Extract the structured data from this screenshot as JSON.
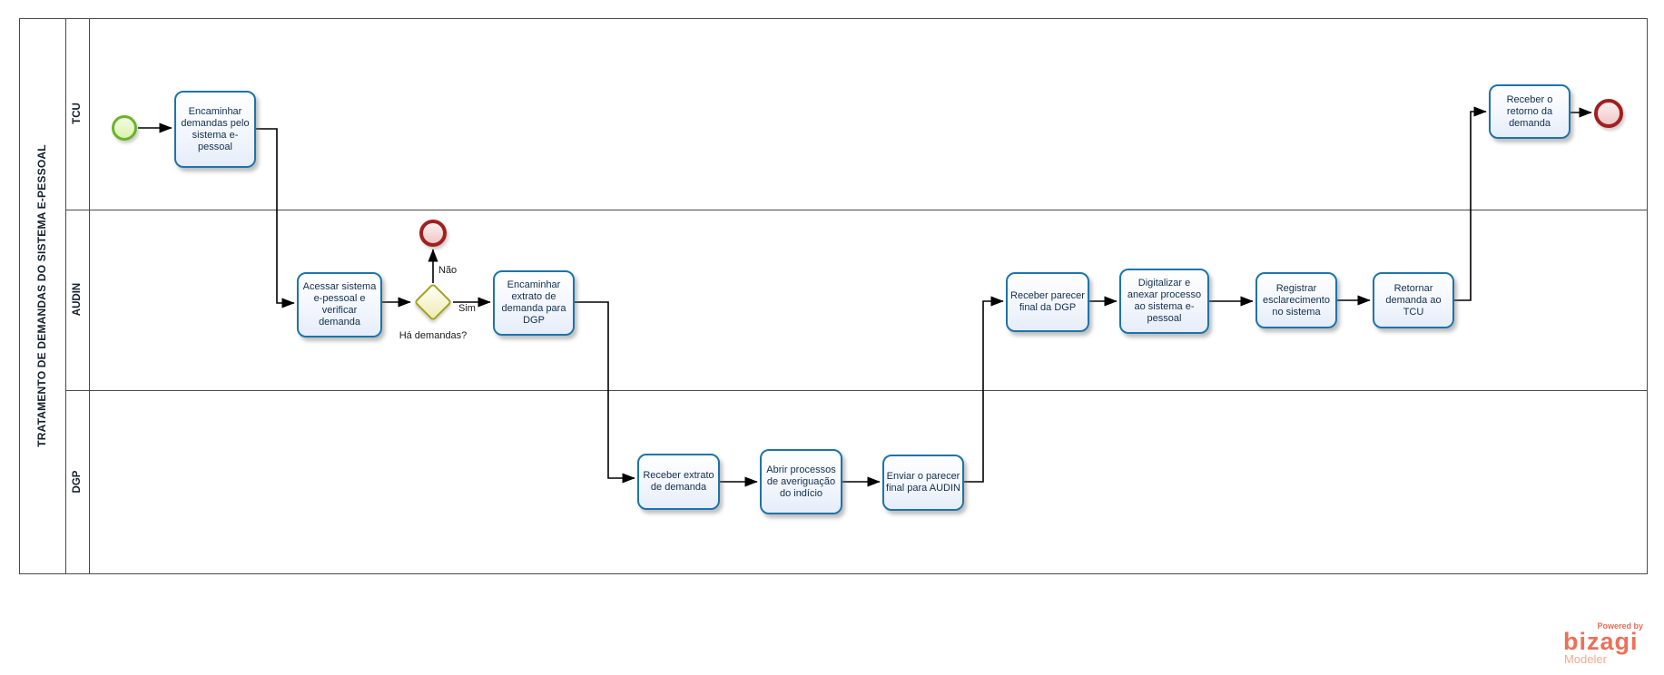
{
  "pool": {
    "title": "TRATAMENTO DE DEMANDAS DO SISTEMA E-PESSOAL",
    "lanes": [
      {
        "label": "TCU"
      },
      {
        "label": "AUDIN"
      },
      {
        "label": "DGP"
      }
    ]
  },
  "tasks": [
    {
      "label": "Encaminhar demandas pelo sistema e-pessoal",
      "lane": "TCU"
    },
    {
      "label": "Acessar sistema e-pessoal  e verificar demanda",
      "lane": "AUDIN"
    },
    {
      "label": "Encaminhar extrato de demanda para DGP",
      "lane": "AUDIN"
    },
    {
      "label": "Receber extrato de demanda",
      "lane": "DGP"
    },
    {
      "label": "Abrir processos de averiguação do indício",
      "lane": "DGP"
    },
    {
      "label": "Enviar o parecer final para AUDIN",
      "lane": "DGP"
    },
    {
      "label": "Receber parecer final da DGP",
      "lane": "AUDIN"
    },
    {
      "label": "Digitalizar e anexar processo ao sistema e-pessoal",
      "lane": "AUDIN"
    },
    {
      "label": "Registrar esclarecimento no sistema",
      "lane": "AUDIN"
    },
    {
      "label": "Retornar demanda ao TCU",
      "lane": "AUDIN"
    },
    {
      "label": "Receber o retorno da demanda",
      "lane": "TCU"
    }
  ],
  "gateway": {
    "question": "Há demandas?",
    "yes_label": "Sim",
    "no_label": "Não"
  },
  "branding": {
    "powered_by": "Powered by",
    "name": "bizagi",
    "product": "Modeler"
  },
  "colors": {
    "task_border": "#1d74aa",
    "task_fill": "#e9effa",
    "task_text": "#12304e",
    "gateway_border": "#a4a21f",
    "gateway_fill": "#f0ecb4",
    "start_border": "#6bb32a",
    "start_fill": "#dcf2ae",
    "end_border": "#a02020",
    "end_fill": "#f0c6c6",
    "frame_line": "#4a4a4a",
    "connector": "#000000",
    "brand_coral": "#ee6f58",
    "brand_light": "#f5a993"
  }
}
